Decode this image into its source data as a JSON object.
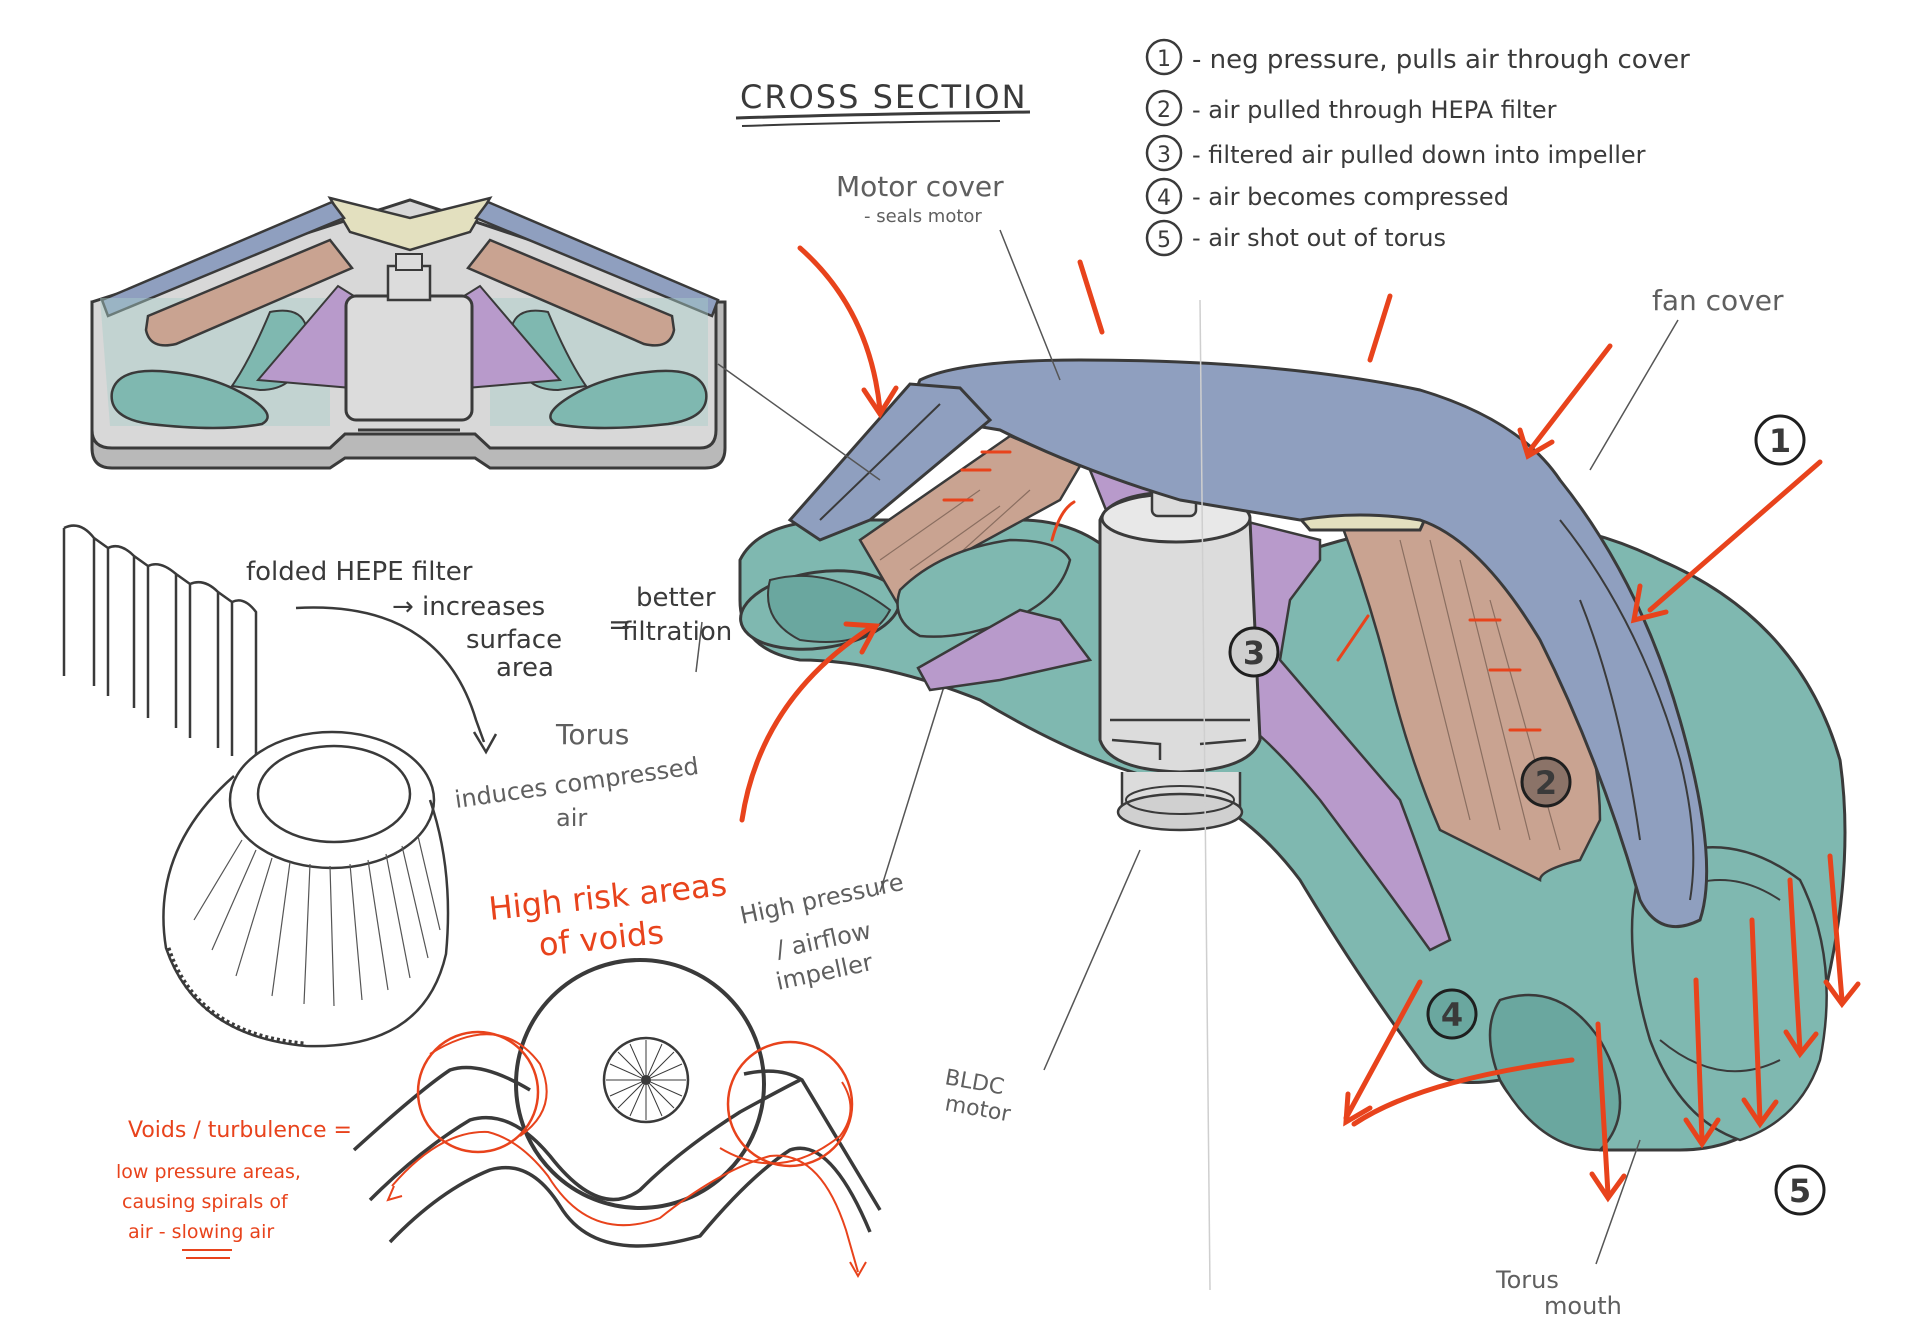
{
  "title": "CROSS SECTION",
  "legend": [
    {
      "num": "1",
      "text": "- neg pressure, pulls air through cover"
    },
    {
      "num": "2",
      "text": "- air pulled through HEPA filter"
    },
    {
      "num": "3",
      "text": "- filtered air pulled down into impeller"
    },
    {
      "num": "4",
      "text": "- air becomes compressed"
    },
    {
      "num": "5",
      "text": "- air shot out of torus"
    }
  ],
  "labels": {
    "motor_cover": "Motor cover",
    "motor_cover_sub": "- seals motor",
    "fan_cover": "fan cover",
    "torus": "Torus",
    "torus_sub_1": "induces compressed",
    "torus_sub_2": "air",
    "impeller_1": "High pressure",
    "impeller_2": "/ airflow",
    "impeller_3": "impeller",
    "bldc_1": "BLDC",
    "bldc_2": "motor",
    "torus_mouth_1": "Torus",
    "torus_mouth_2": "mouth"
  },
  "filter_note": {
    "line1": "folded HEPE filter",
    "line2": "→ increases",
    "line3": "surface",
    "line4": "area",
    "equals": "=",
    "better": "better",
    "filtration": "filtration"
  },
  "voids": {
    "heading_1": "High risk areas",
    "heading_2": "of voids",
    "note_title": "Voids / turbulence =",
    "note_1": "low pressure areas,",
    "note_2": "causing spirals of",
    "note_3": "air - slowing air"
  },
  "markers": [
    "1",
    "2",
    "3",
    "4",
    "5"
  ],
  "colors": {
    "ink": "#3a3a3a",
    "red": "#e8431c",
    "teal": "#7fb8b0",
    "blue_gray": "#8f9fbf",
    "cream": "#e3e0bf",
    "tan": "#c9a391",
    "purple": "#b89acb",
    "motor_gray": "#dcdcdc",
    "housing_gray": "#d8d8d8"
  }
}
